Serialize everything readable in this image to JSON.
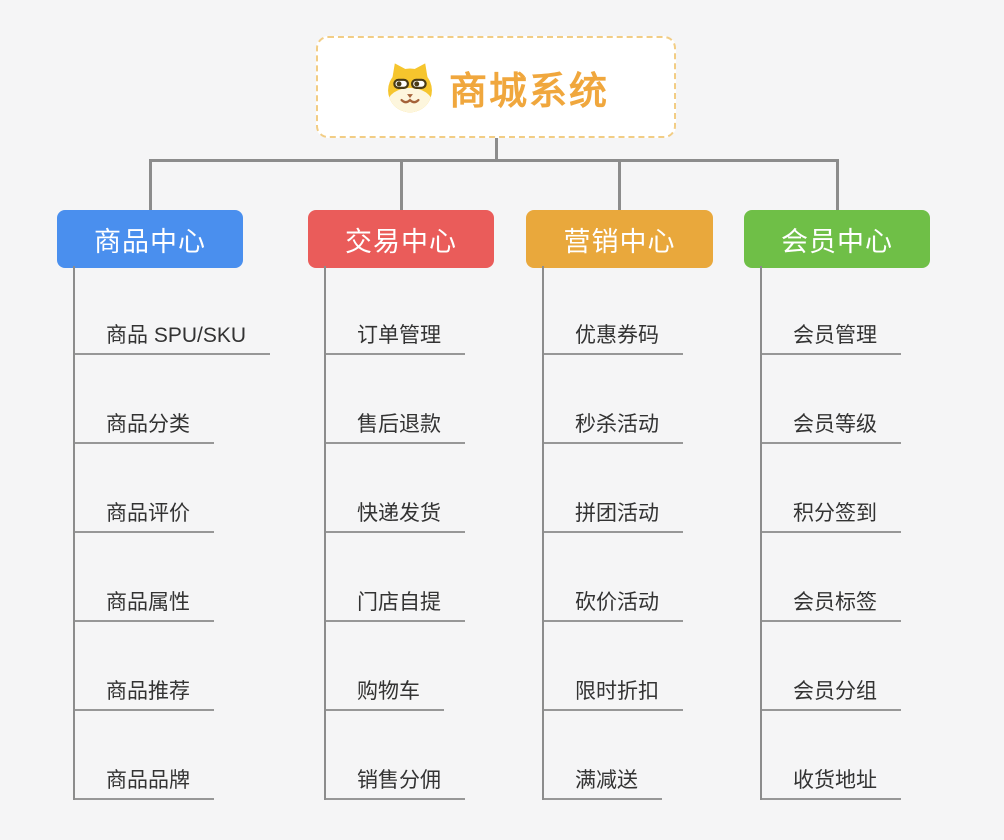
{
  "root": {
    "title": "商城系统",
    "icon": "doge-icon"
  },
  "branches": [
    {
      "label": "商品中心",
      "color": "#4a8fee",
      "children": [
        "商品 SPU/SKU",
        "商品分类",
        "商品评价",
        "商品属性",
        "商品推荐",
        "商品品牌"
      ]
    },
    {
      "label": "交易中心",
      "color": "#ea5c5a",
      "children": [
        "订单管理",
        "售后退款",
        "快递发货",
        "门店自提",
        "购物车",
        "销售分佣"
      ]
    },
    {
      "label": "营销中心",
      "color": "#e9a83c",
      "children": [
        "优惠券码",
        "秒杀活动",
        "拼团活动",
        "砍价活动",
        "限时折扣",
        "满减送"
      ]
    },
    {
      "label": "会员中心",
      "color": "#6fbf47",
      "children": [
        "会员管理",
        "会员等级",
        "积分签到",
        "会员标签",
        "会员分组",
        "收货地址"
      ]
    }
  ],
  "colors": {
    "background": "#f5f5f6",
    "root_border": "#f2cd85",
    "root_text": "#f0a73d",
    "connector": "#8c8c8c",
    "child_underline": "#979797",
    "child_text": "#333333"
  }
}
